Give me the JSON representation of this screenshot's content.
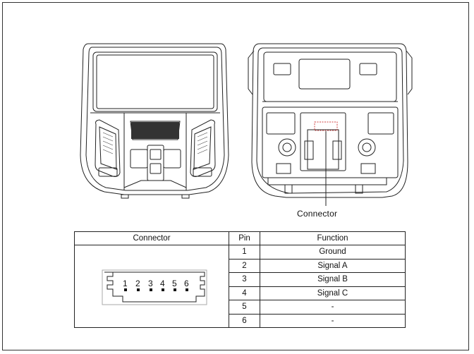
{
  "callout": {
    "connector_label": "Connector"
  },
  "table": {
    "headers": {
      "connector": "Connector",
      "pin": "Pin",
      "function": "Function"
    },
    "rows": [
      {
        "pin": "1",
        "function": "Ground"
      },
      {
        "pin": "2",
        "function": "Signal A"
      },
      {
        "pin": "3",
        "function": "Signal B"
      },
      {
        "pin": "4",
        "function": "Signal C"
      },
      {
        "pin": "5",
        "function": "-"
      },
      {
        "pin": "6",
        "function": "-"
      }
    ]
  },
  "connector_pins": "1 2 3 4 5 6"
}
